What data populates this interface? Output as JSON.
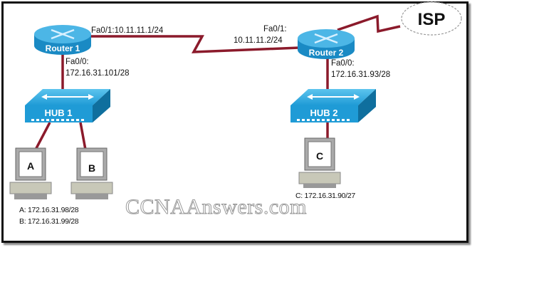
{
  "devices": {
    "router1": "Router 1",
    "router2": "Router 2",
    "hub1": "HUB 1",
    "hub2": "HUB 2",
    "isp": "ISP",
    "pc_a": "A",
    "pc_b": "B",
    "pc_c": "C"
  },
  "labels": {
    "r1_fa01": "Fa0/1:10.11.11.1/24",
    "r1_fa00_name": "Fa0/0:",
    "r1_fa00_ip": "172.16.31.101/28",
    "r2_fa01_name": "Fa0/1:",
    "r2_fa01_ip": "10.11.11.2/24",
    "r2_fa00_name": "Fa0/0:",
    "r2_fa00_ip": "172.16.31.93/28",
    "pc_a_ip": "A: 172.16.31.98/28",
    "pc_b_ip": "B: 172.16.31.99/28",
    "pc_c_ip": "C: 172.16.31.90/27"
  },
  "watermark": "CCNAAnswers.com",
  "colors": {
    "link": "#8b1a2b",
    "device": "#1f9bd6"
  }
}
